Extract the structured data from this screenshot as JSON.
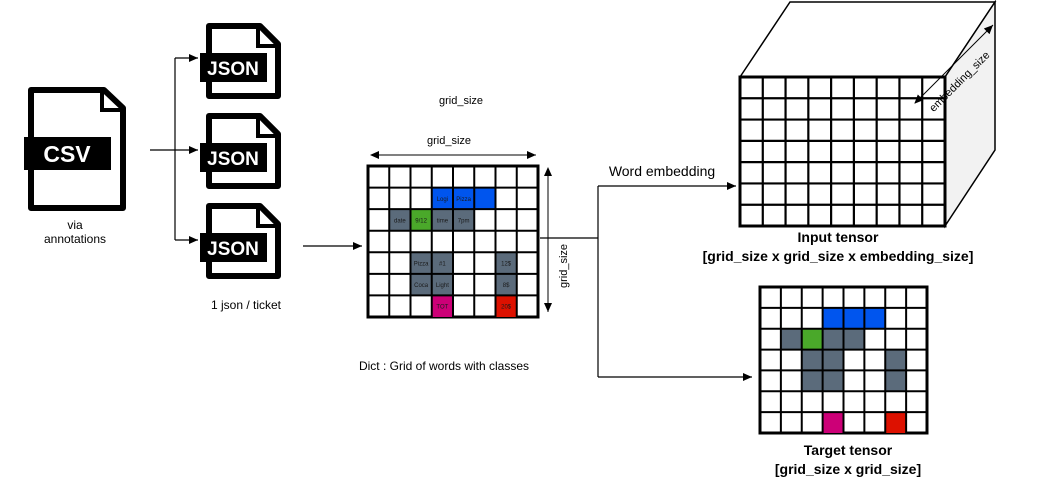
{
  "csv": {
    "badge": "CSV",
    "caption_line1": "via",
    "caption_line2": "annotations"
  },
  "json": {
    "badge": "JSON",
    "caption": "1 json / ticket"
  },
  "grid": {
    "top_label_outer": "grid_size",
    "top_label": "grid_size",
    "side_label": "grid_size",
    "caption": "Dict : Grid of words with classes",
    "cells": [
      {
        "text": "Logi",
        "color": "#0055ee"
      },
      {
        "text": "Pizza",
        "color": "#0055ee"
      },
      {
        "text": "date",
        "color": "#5b6b7b"
      },
      {
        "text": "9/12",
        "color": "#4aa82a"
      },
      {
        "text": "time",
        "color": "#5b6b7b"
      },
      {
        "text": "7pm",
        "color": "#5b6b7b"
      },
      {
        "text": "Pizza",
        "color": "#5b6b7b"
      },
      {
        "text": "#1",
        "color": "#5b6b7b"
      },
      {
        "text": "12$",
        "color": "#5b6b7b"
      },
      {
        "text": "Coca",
        "color": "#5b6b7b"
      },
      {
        "text": "Light",
        "color": "#5b6b7b"
      },
      {
        "text": "8$",
        "color": "#5b6b7b"
      },
      {
        "text": "TOT",
        "color": "#cc0077"
      },
      {
        "text": "20$",
        "color": "#dd1100"
      }
    ]
  },
  "embedding": {
    "label": "Word embedding"
  },
  "input_tensor": {
    "title": "Input tensor",
    "shape": "[grid_size x grid_size x embedding_size]",
    "depth_label": "embedding_size"
  },
  "target_tensor": {
    "title": "Target tensor",
    "shape": "[grid_size x grid_size]"
  }
}
